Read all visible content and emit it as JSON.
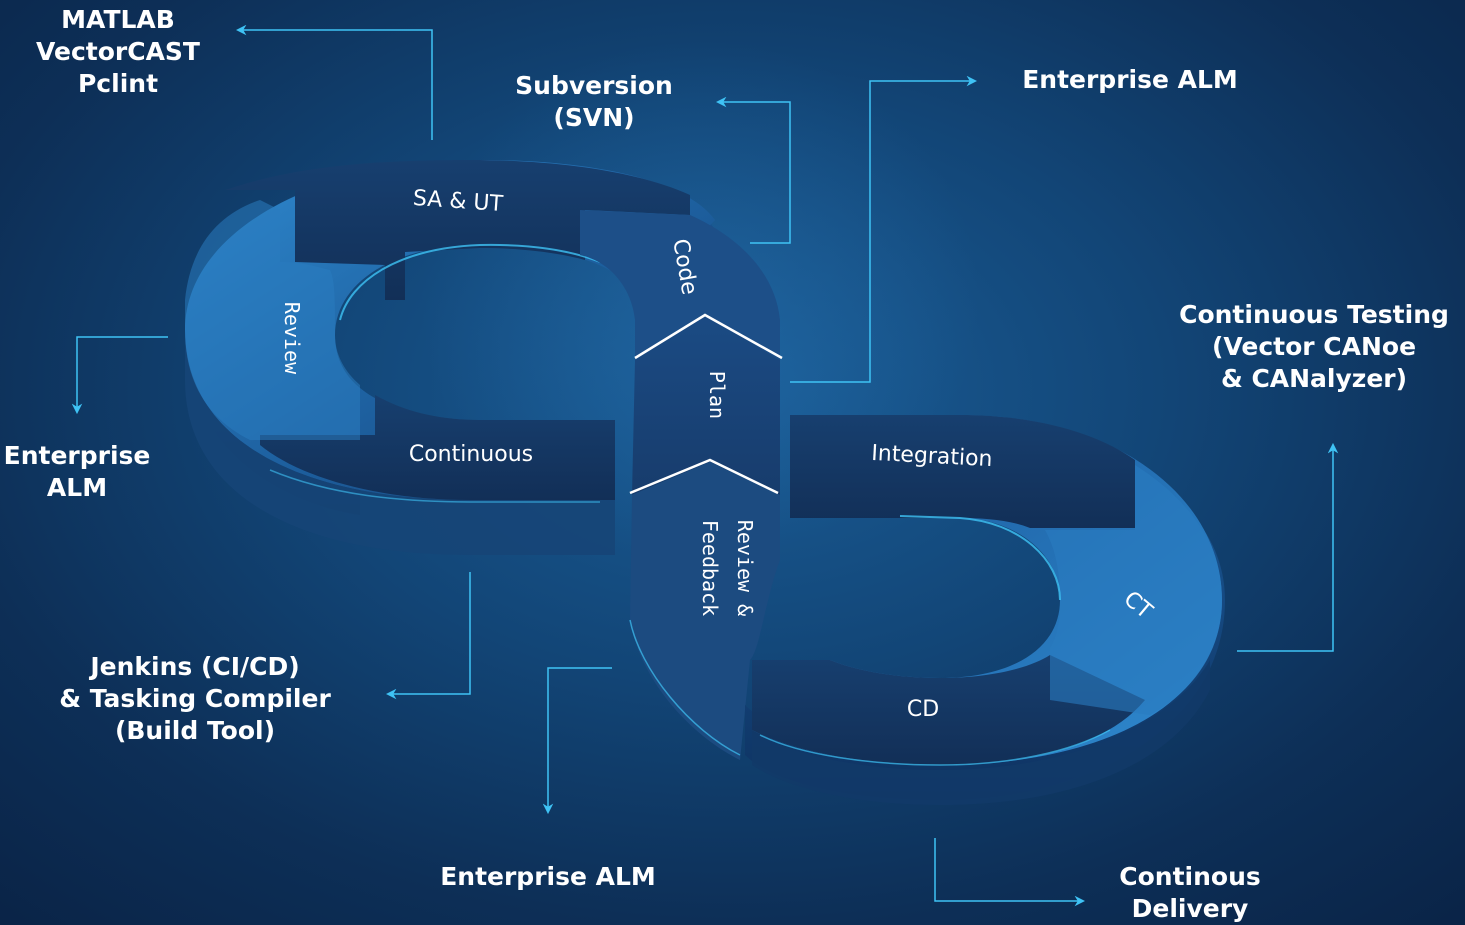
{
  "diagram": {
    "stages": {
      "sa_ut": "SA & UT",
      "code": "Code",
      "review": "Review",
      "continuous": "Continuous",
      "plan": "Plan",
      "review_feedback_1": "Review &",
      "review_feedback_2": "Feedback",
      "integration": "Integration",
      "ct": "CT",
      "cd": "CD"
    },
    "tools": {
      "static_analysis": "MATLAB\nVectorCAST\nPclint",
      "version_control": "Subversion\n(SVN)",
      "alm_top_right": "Enterprise ALM",
      "alm_left": "Enterprise\nALM",
      "continuous_testing": "Continuous Testing\n(Vector CANoe\n& CANalyzer)",
      "build": "Jenkins (CI/CD)\n& Tasking Compiler\n(Build Tool)",
      "alm_bottom": "Enterprise ALM",
      "delivery": "Continous\nDelivery"
    },
    "colors": {
      "accent": "#3fc3f5",
      "surface_light": "#2a7fc4",
      "surface_dark": "#14406e",
      "background": "#0d2f57"
    }
  }
}
